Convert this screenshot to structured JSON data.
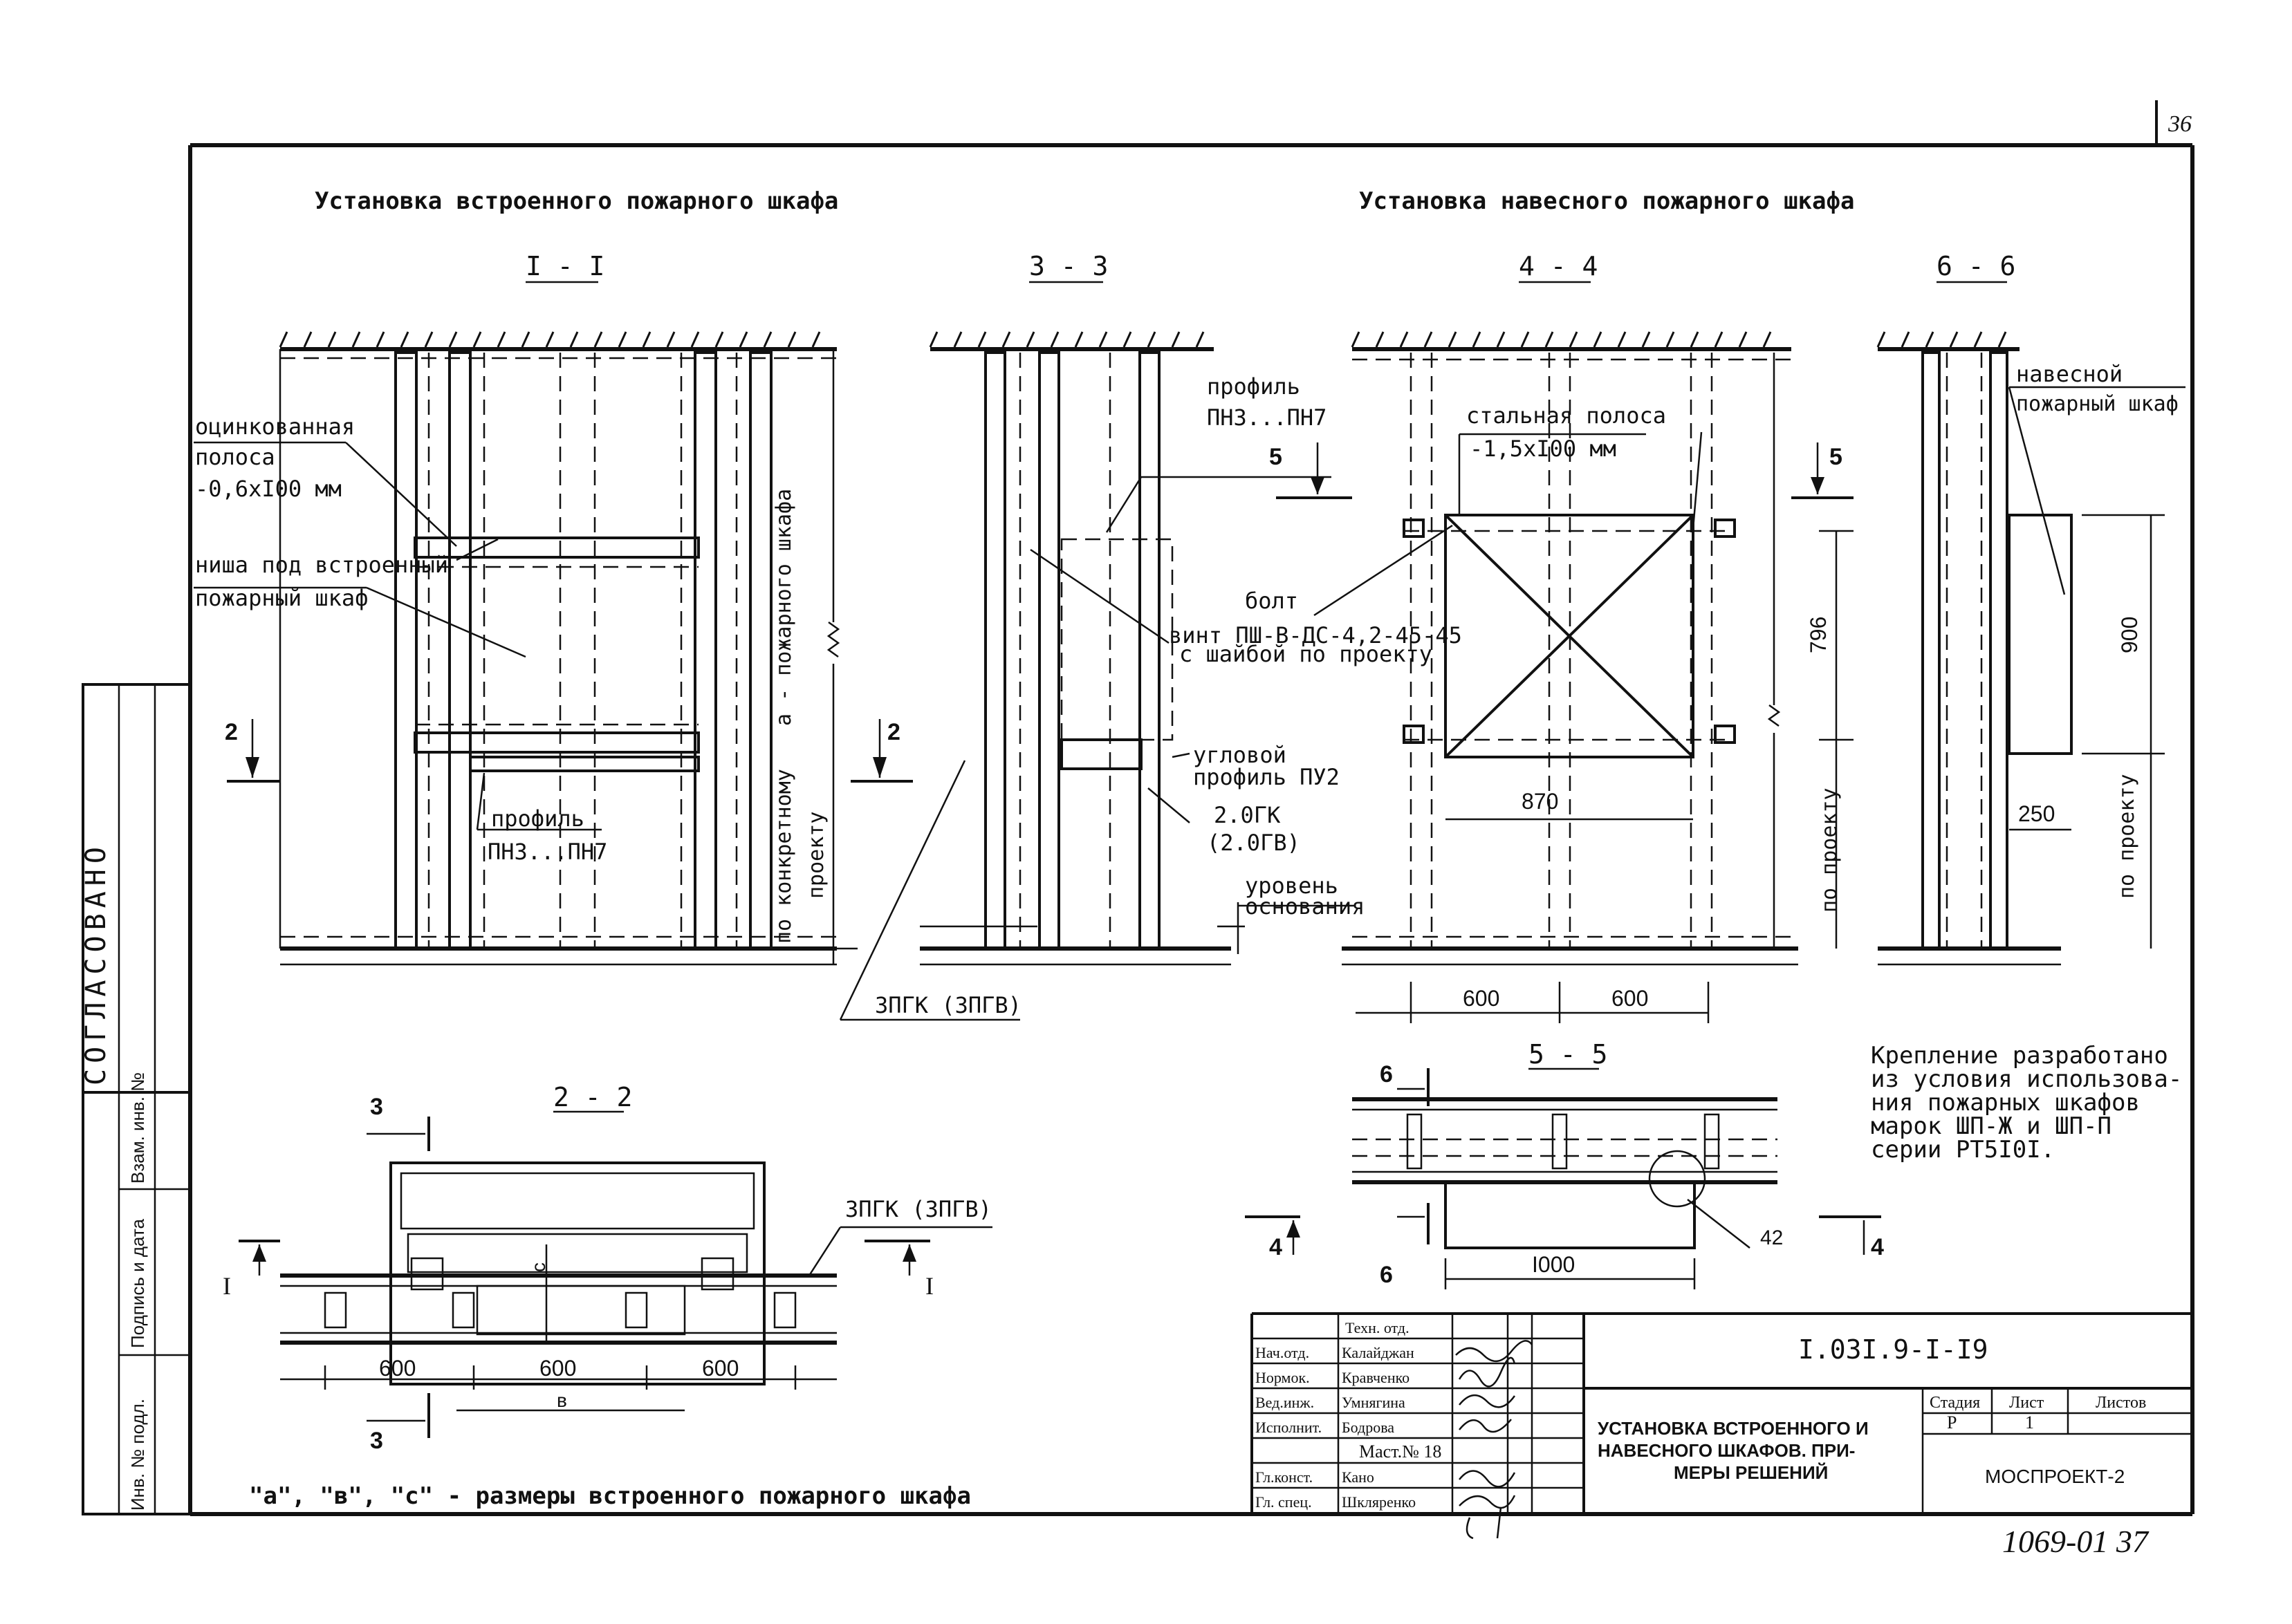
{
  "page_number": "36",
  "titles": {
    "builtin": "Установка  встроенного  пожарного  шкафа",
    "hanging": "Установка  навесного  пожарного  шкафа"
  },
  "sections": {
    "s11": "I - I",
    "s33": "3 - 3",
    "s44": "4 - 4",
    "s66": "6 - 6",
    "s22": "2 - 2",
    "s55": "5 - 5"
  },
  "labels": {
    "zinc_1": "оцинкованная",
    "zinc_2": "полоса",
    "zinc_3": "-0,6xI00 мм",
    "niche_1": "ниша под встроенный",
    "niche_2": "пожарный шкаф",
    "profile_a_1": "профиль",
    "profile_a_2": "ПН3...ПН7",
    "vert_a": "а - пожарного шкафа",
    "vert_concrete": "по конкретному",
    "vert_project": "проекту",
    "profile_b_1": "профиль",
    "profile_b_2": "ПН3...ПН7",
    "screw_1": "винт ПШ-В-ДС-4,2-45-45",
    "screw_2": "с шайбой по проекту",
    "corner_1": "угловой",
    "corner_2": "профиль ПУ2",
    "gk2_1": "2.0ГК",
    "gk2_2": "(2.0ГВ)",
    "level_1": "уровень",
    "level_2": "основания",
    "gk3_a": "3ПГК (3ПГВ)",
    "steel_1": "стальная полоса",
    "steel_2": "-1,5xI00 мм",
    "bolt": "болт",
    "dim_796": "796",
    "dim_870": "870",
    "dim_600a": "600",
    "dim_600b": "600",
    "vert_project_44": "по проекту",
    "hang_1": "навесной",
    "hang_2": "пожарный шкаф",
    "dim_900": "900",
    "dim_250": "250",
    "vert_project_66": "по проекту",
    "note_1": "Крепление разработано",
    "note_2": "из условия использова-",
    "note_3": "ния пожарных шкафов",
    "note_4": "марок ШП-Ж и ШП-П",
    "note_5": "серии РТ5I0I.",
    "gk3_b": "3ПГК (3ПГВ)",
    "dim_c": "с",
    "dim_v": "в",
    "dim_600c": "600",
    "dim_600d": "600",
    "dim_600e": "600",
    "dim_1000": "I000",
    "dim_42": "42",
    "footnote": "\"а\", \"в\", \"с\" - размеры встроенного пожарного шкафа",
    "num_2_left": "2",
    "num_2_right": "2",
    "num_5_left": "5",
    "num_5_right": "5",
    "num_3_top": "3",
    "num_3_bottom": "3",
    "num_I_left": "I",
    "num_I_right": "I",
    "num_6_top": "6",
    "num_6_bottom": "6",
    "num_4_left": "4",
    "num_4_right": "4"
  },
  "left_margin": {
    "agreed": "СОГЛАСОВАНО",
    "inv_replace": "Взам. инв. №",
    "sign_date": "Подпись и дата",
    "inv_orig": "Инв. № подл."
  },
  "title_block": {
    "doc_code": "I.03I.9-I-I9",
    "title_1": "УСТАНОВКА ВСТРОЕННОГО И",
    "title_2": "НАВЕСНОГО ШКАФОВ. ПРИ-",
    "title_3": "МЕРЫ РЕШЕНИЙ",
    "stage_h": "Стадия",
    "sheet_h": "Лист",
    "sheets_h": "Листов",
    "stage_v": "Р",
    "sheet_v": "1",
    "org": "МОСПРОЕКТ-2",
    "rows": [
      {
        "role": "Техн. отд.",
        "name": ""
      },
      {
        "role": "Нач.отд.",
        "name": "Калайджан"
      },
      {
        "role": "Нормок.",
        "name": "Кравченко"
      },
      {
        "role": "Вед.инж.",
        "name": "Умнягина"
      },
      {
        "role": "Исполнит.",
        "name": "Бодрова"
      },
      {
        "role": "",
        "name": "Маст.№ 18"
      },
      {
        "role": "Гл.конст.",
        "name": "Кано"
      },
      {
        "role": "Гл. спец.",
        "name": "Шкляренко"
      }
    ]
  },
  "archive_number": "1069-01 37"
}
